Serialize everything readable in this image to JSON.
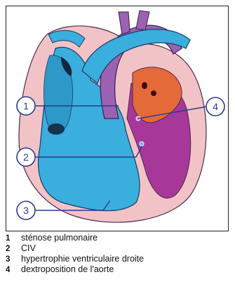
{
  "callouts": [
    {
      "num": "1",
      "label": "sténose pulmonaire"
    },
    {
      "num": "2",
      "label": "CIV"
    },
    {
      "num": "3",
      "label": "hypertrophie ventriculaire droite"
    },
    {
      "num": "4",
      "label": "dextroposition de l'aorte"
    }
  ],
  "colors": {
    "myocardium": "#f2c3c6",
    "right_heart": "#3aaedc",
    "aorta": "#9b62b2",
    "left_atrium": "#e56a3a",
    "left_ventricle": "#a8379a",
    "callout": "#2a3a90"
  }
}
